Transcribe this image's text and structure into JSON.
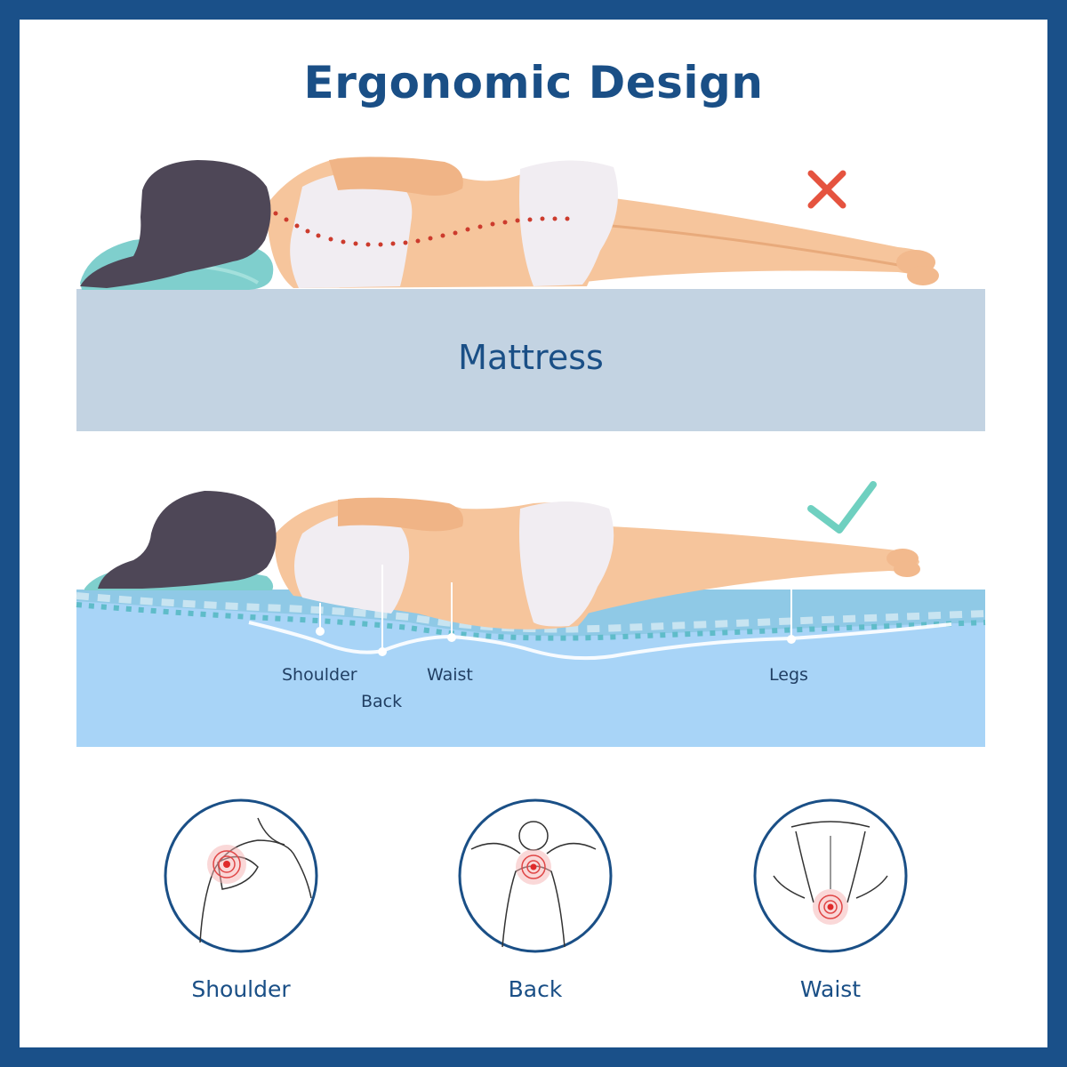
{
  "title": "Ergonomic Design",
  "mattress_label": "Mattress",
  "support_zones": [
    "Shoulder",
    "Back",
    "Waist",
    "Legs"
  ],
  "pain_points": [
    "Shoulder",
    "Back",
    "Waist"
  ],
  "marks": {
    "wrong": "cross-icon",
    "right": "check-icon"
  },
  "colors": {
    "frame": "#1a5089",
    "title": "#1a4f86",
    "plain_mattress": "#c3d3e2",
    "foam_mattress": "#a8d4f7",
    "wrong_mark": "#e5533f",
    "right_mark": "#6fd0c0",
    "spine_dots": "#cc3b2d"
  }
}
